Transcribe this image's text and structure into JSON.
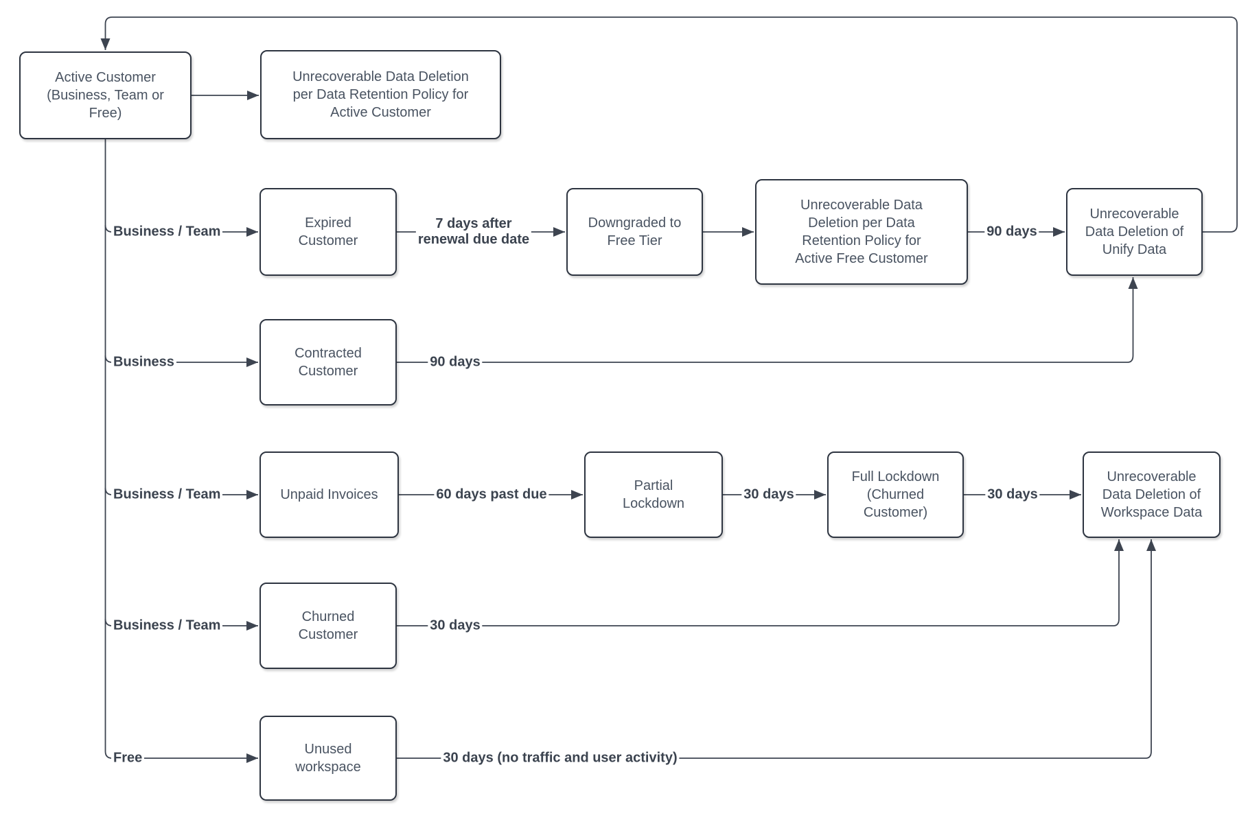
{
  "colors": {
    "background": "#ffffff",
    "node_border": "#2d3440",
    "node_text": "#495361",
    "edge_line": "#3d4450",
    "edge_label_text": "#3b434f"
  },
  "nodes": [
    {
      "id": "active-customer",
      "label": "Active Customer\n(Business, Team or\nFree)"
    },
    {
      "id": "retention-deletion-active",
      "label": "Unrecoverable Data Deletion\nper Data Retention Policy for\nActive Customer"
    },
    {
      "id": "expired-customer",
      "label": "Expired\nCustomer"
    },
    {
      "id": "downgraded-free-tier",
      "label": "Downgraded to\nFree Tier"
    },
    {
      "id": "retention-deletion-active-free",
      "label": "Unrecoverable Data\nDeletion per Data\nRetention Policy for\nActive Free Customer"
    },
    {
      "id": "unify-data-deletion",
      "label": "Unrecoverable\nData Deletion of\nUnify Data"
    },
    {
      "id": "contracted-customer",
      "label": "Contracted\nCustomer"
    },
    {
      "id": "unpaid-invoices",
      "label": "Unpaid Invoices"
    },
    {
      "id": "partial-lockdown",
      "label": "Partial\nLockdown"
    },
    {
      "id": "full-lockdown",
      "label": "Full Lockdown\n(Churned\nCustomer)"
    },
    {
      "id": "workspace-data-deletion",
      "label": "Unrecoverable\nData Deletion of\nWorkspace Data"
    },
    {
      "id": "churned-customer",
      "label": "Churned\nCustomer"
    },
    {
      "id": "unused-workspace",
      "label": "Unused\nworkspace"
    }
  ],
  "edge_labels": [
    {
      "id": "branch-expired",
      "label": "Business / Team"
    },
    {
      "id": "expired-to-downgraded",
      "label": "7 days after\nrenewal due date"
    },
    {
      "id": "free-retention-to-unify",
      "label": "90 days"
    },
    {
      "id": "branch-contracted",
      "label": "Business"
    },
    {
      "id": "contracted-to-unify",
      "label": "90 days"
    },
    {
      "id": "branch-unpaid",
      "label": "Business / Team"
    },
    {
      "id": "unpaid-to-partial",
      "label": "60 days past due"
    },
    {
      "id": "partial-to-full",
      "label": "30 days"
    },
    {
      "id": "full-to-workspace",
      "label": "30 days"
    },
    {
      "id": "branch-churned",
      "label": "Business / Team"
    },
    {
      "id": "churned-to-workspace",
      "label": "30 days"
    },
    {
      "id": "branch-unused",
      "label": "Free"
    },
    {
      "id": "unused-to-workspace",
      "label": "30 days (no traffic and user activity)"
    }
  ]
}
